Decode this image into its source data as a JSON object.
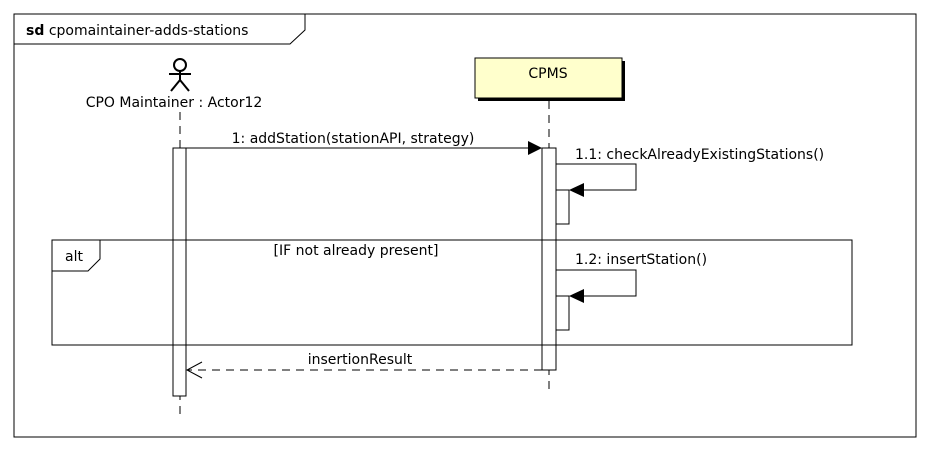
{
  "frame": {
    "keyword": "sd",
    "name": "cpomaintainer-adds-stations"
  },
  "participants": [
    {
      "id": "actor",
      "label": "CPO Maintainer : Actor12",
      "kind": "actor-icon"
    },
    {
      "id": "cpms",
      "label": "CPMS",
      "kind": "box",
      "fill": "#ffffcc"
    }
  ],
  "messages": [
    {
      "id": "m1",
      "label": "1: addStation(stationAPI, strategy)",
      "type": "sync"
    },
    {
      "id": "m11",
      "label": "1.1: checkAlreadyExistingStations()",
      "type": "self"
    },
    {
      "id": "m12",
      "label": "1.2: insertStation()",
      "type": "self"
    },
    {
      "id": "ret",
      "label": "insertionResult",
      "type": "return"
    }
  ],
  "fragment": {
    "operator": "alt",
    "guard": "[IF not already present]"
  }
}
